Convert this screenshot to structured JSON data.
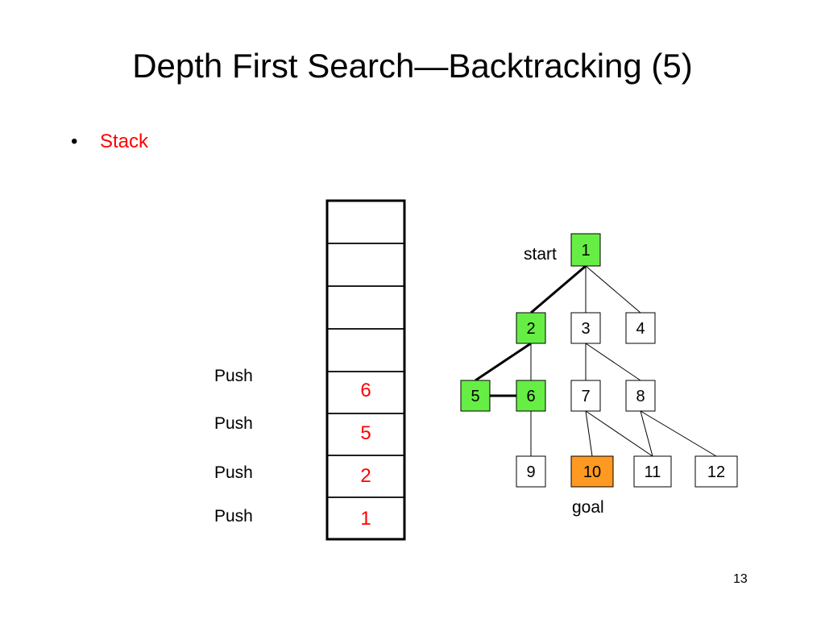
{
  "slide": {
    "title": "Depth First Search—Backtracking (5)",
    "bullet": "Stack",
    "page_number": "13"
  },
  "colors": {
    "visited": "#66ee44",
    "goal": "#ff9922",
    "stack_value": "#ff0000",
    "bullet_text": "#ff0000"
  },
  "stack": {
    "slots": [
      "",
      "",
      "",
      "",
      "6",
      "5",
      "2",
      "1"
    ],
    "push_labels": [
      "Push",
      "Push",
      "Push",
      "Push"
    ]
  },
  "tree": {
    "start_label": "start",
    "goal_label": "goal",
    "nodes": [
      {
        "id": "1",
        "label": "1",
        "state": "visited"
      },
      {
        "id": "2",
        "label": "2",
        "state": "visited"
      },
      {
        "id": "3",
        "label": "3",
        "state": "normal"
      },
      {
        "id": "4",
        "label": "4",
        "state": "normal"
      },
      {
        "id": "5",
        "label": "5",
        "state": "visited"
      },
      {
        "id": "6",
        "label": "6",
        "state": "visited"
      },
      {
        "id": "7",
        "label": "7",
        "state": "normal"
      },
      {
        "id": "8",
        "label": "8",
        "state": "normal"
      },
      {
        "id": "9",
        "label": "9",
        "state": "normal"
      },
      {
        "id": "10",
        "label": "10",
        "state": "goal"
      },
      {
        "id": "11",
        "label": "11",
        "state": "normal"
      },
      {
        "id": "12",
        "label": "12",
        "state": "normal"
      }
    ],
    "edges": [
      {
        "from": "1",
        "to": "2",
        "path": true
      },
      {
        "from": "1",
        "to": "3",
        "path": false
      },
      {
        "from": "1",
        "to": "4",
        "path": false
      },
      {
        "from": "2",
        "to": "5",
        "path": true
      },
      {
        "from": "5",
        "to": "6",
        "path": true
      },
      {
        "from": "2",
        "to": "6",
        "path": false
      },
      {
        "from": "3",
        "to": "7",
        "path": false
      },
      {
        "from": "3",
        "to": "8",
        "path": false
      },
      {
        "from": "6",
        "to": "9",
        "path": false
      },
      {
        "from": "7",
        "to": "10",
        "path": false
      },
      {
        "from": "7",
        "to": "11",
        "path": false
      },
      {
        "from": "8",
        "to": "11",
        "path": false
      },
      {
        "from": "8",
        "to": "12",
        "path": false
      }
    ]
  }
}
